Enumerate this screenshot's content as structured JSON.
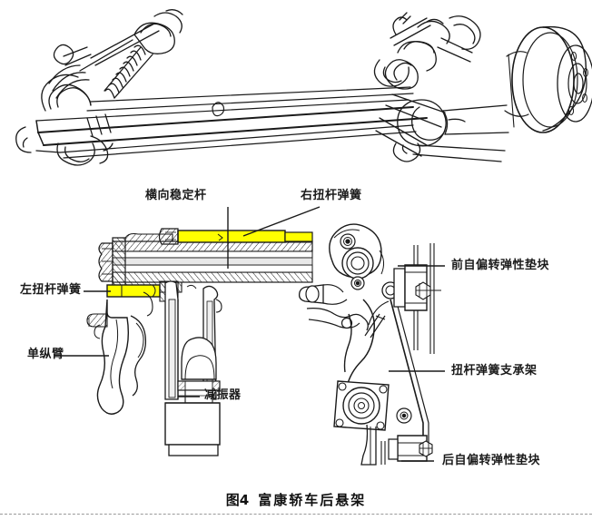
{
  "figure": {
    "caption_number": "图4",
    "caption_text": "富康轿车后悬架",
    "accent_highlight_color": "#FFFF00",
    "line_color": "#1a1a1a"
  },
  "top_view": {
    "name": "rear-suspension-perspective-view",
    "description": "富康轿车后悬架总成立体图"
  },
  "bottom_view": {
    "name": "rear-suspension-sectional-view",
    "description": "富康轿车后悬架剖视图"
  },
  "labels": {
    "stabilizer_bar": "横向稳定杆",
    "right_torsion_bar_spring": "右扭杆弹簧",
    "left_torsion_bar_spring": "左扭杆弹簧",
    "single_trailing_arm": "单纵臂",
    "shock_absorber": "减振器",
    "front_self_steer_elastic_pad": "前自偏转弹性垫块",
    "torsion_bar_spring_bracket": "扭杆弹簧支承架",
    "rear_self_steer_elastic_pad": "后自偏转弹性垫块"
  }
}
